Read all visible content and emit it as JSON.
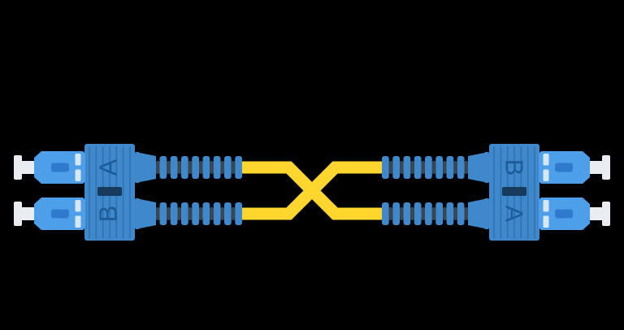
{
  "illustration": {
    "subject": "duplex fiber optic crossover patch cable with SC connectors",
    "background": "#000000",
    "colors": {
      "background": "#000000",
      "body_blue": "#4D9FEA",
      "housing_blue": "#3E88CB",
      "ridge_blue": "#2D6FAE",
      "inner_blue": "#2F7ACE",
      "letter_blue": "#1E5C97",
      "bar_navy": "#16395C",
      "tab_light": "#D7E7F4",
      "ferrule_white": "#E9EDF1",
      "slot_dark": "#3D464F",
      "cable_yellow": "#FFD62E"
    },
    "left_connector": {
      "top_label": "A",
      "bottom_label": "B"
    },
    "right_connector": {
      "top_label": "B",
      "bottom_label": "A"
    }
  }
}
